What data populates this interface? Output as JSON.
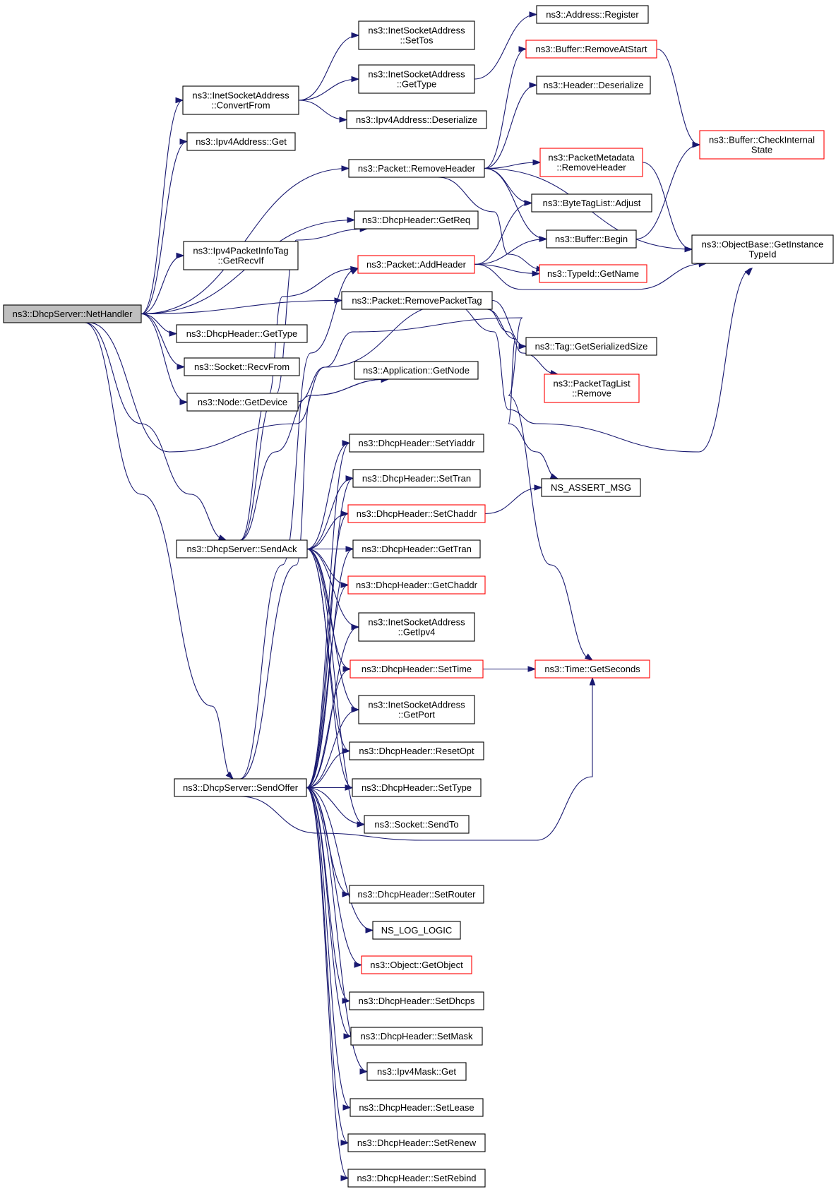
{
  "diagram": {
    "type": "call-graph",
    "colors": {
      "edge": "#191970",
      "node_border": "#000000",
      "truncated_border": "#ff0000",
      "root_fill": "#bfbfbf",
      "background": "#ffffff"
    },
    "nodes": [
      {
        "id": "n0",
        "lines": [
          "ns3::DhcpServer::NetHandler"
        ],
        "style": "root"
      },
      {
        "id": "n1",
        "lines": [
          "ns3::InetSocketAddress",
          "::ConvertFrom"
        ]
      },
      {
        "id": "n2",
        "lines": [
          "ns3::InetSocketAddress",
          "::SetTos"
        ]
      },
      {
        "id": "n3",
        "lines": [
          "ns3::InetSocketAddress",
          "::GetType"
        ]
      },
      {
        "id": "n4",
        "lines": [
          "ns3::Address::Register"
        ]
      },
      {
        "id": "n5",
        "lines": [
          "ns3::Ipv4Address::Deserialize"
        ]
      },
      {
        "id": "n6",
        "lines": [
          "ns3::Ipv4Address::Get"
        ]
      },
      {
        "id": "n7",
        "lines": [
          "ns3::Packet::RemoveHeader"
        ]
      },
      {
        "id": "n8",
        "lines": [
          "ns3::Buffer::RemoveAtStart"
        ],
        "style": "truncated"
      },
      {
        "id": "n9",
        "lines": [
          "ns3::Buffer::CheckInternal",
          "State"
        ],
        "style": "truncated"
      },
      {
        "id": "n10",
        "lines": [
          "ns3::Header::Deserialize"
        ]
      },
      {
        "id": "n11",
        "lines": [
          "ns3::PacketMetadata",
          "::RemoveHeader"
        ],
        "style": "truncated"
      },
      {
        "id": "n12",
        "lines": [
          "ns3::ObjectBase::GetInstance",
          "TypeId"
        ]
      },
      {
        "id": "n13",
        "lines": [
          "ns3::ByteTagList::Adjust"
        ]
      },
      {
        "id": "n14",
        "lines": [
          "ns3::Buffer::Begin"
        ]
      },
      {
        "id": "n15",
        "lines": [
          "ns3::TypeId::GetName"
        ],
        "style": "truncated"
      },
      {
        "id": "n16",
        "lines": [
          "ns3::DhcpHeader::GetReq"
        ]
      },
      {
        "id": "n17",
        "lines": [
          "ns3::Ipv4PacketInfoTag",
          "::GetRecvIf"
        ]
      },
      {
        "id": "n18",
        "lines": [
          "ns3::Packet::AddHeader"
        ],
        "style": "truncated"
      },
      {
        "id": "n19",
        "lines": [
          "ns3::Packet::RemovePacketTag"
        ]
      },
      {
        "id": "n20",
        "lines": [
          "ns3::DhcpHeader::GetType"
        ]
      },
      {
        "id": "n21",
        "lines": [
          "ns3::Tag::GetSerializedSize"
        ]
      },
      {
        "id": "n22",
        "lines": [
          "ns3::Socket::RecvFrom"
        ]
      },
      {
        "id": "n23",
        "lines": [
          "ns3::PacketTagList",
          "::Remove"
        ],
        "style": "truncated"
      },
      {
        "id": "n24",
        "lines": [
          "ns3::Node::GetDevice"
        ]
      },
      {
        "id": "n25",
        "lines": [
          "ns3::Application::GetNode"
        ]
      },
      {
        "id": "n26",
        "lines": [
          "ns3::DhcpHeader::SetYiaddr"
        ]
      },
      {
        "id": "n27",
        "lines": [
          "ns3::DhcpHeader::SetTran"
        ]
      },
      {
        "id": "n28",
        "lines": [
          "NS_ASSERT_MSG"
        ]
      },
      {
        "id": "n29",
        "lines": [
          "ns3::DhcpHeader::SetChaddr"
        ],
        "style": "truncated"
      },
      {
        "id": "n30",
        "lines": [
          "ns3::DhcpServer::SendAck"
        ]
      },
      {
        "id": "n31",
        "lines": [
          "ns3::DhcpHeader::GetTran"
        ]
      },
      {
        "id": "n32",
        "lines": [
          "ns3::DhcpHeader::GetChaddr"
        ],
        "style": "truncated"
      },
      {
        "id": "n33",
        "lines": [
          "ns3::InetSocketAddress",
          "::GetIpv4"
        ]
      },
      {
        "id": "n34",
        "lines": [
          "ns3::DhcpHeader::SetTime"
        ],
        "style": "truncated"
      },
      {
        "id": "n35",
        "lines": [
          "ns3::Time::GetSeconds"
        ],
        "style": "truncated"
      },
      {
        "id": "n36",
        "lines": [
          "ns3::InetSocketAddress",
          "::GetPort"
        ]
      },
      {
        "id": "n37",
        "lines": [
          "ns3::DhcpHeader::ResetOpt"
        ]
      },
      {
        "id": "n38",
        "lines": [
          "ns3::DhcpServer::SendOffer"
        ]
      },
      {
        "id": "n39",
        "lines": [
          "ns3::DhcpHeader::SetType"
        ]
      },
      {
        "id": "n40",
        "lines": [
          "ns3::Socket::SendTo"
        ]
      },
      {
        "id": "n41",
        "lines": [
          "ns3::DhcpHeader::SetRouter"
        ]
      },
      {
        "id": "n42",
        "lines": [
          "NS_LOG_LOGIC"
        ]
      },
      {
        "id": "n43",
        "lines": [
          "ns3::Object::GetObject"
        ],
        "style": "truncated"
      },
      {
        "id": "n44",
        "lines": [
          "ns3::DhcpHeader::SetDhcps"
        ]
      },
      {
        "id": "n45",
        "lines": [
          "ns3::DhcpHeader::SetMask"
        ]
      },
      {
        "id": "n46",
        "lines": [
          "ns3::Ipv4Mask::Get"
        ]
      },
      {
        "id": "n47",
        "lines": [
          "ns3::DhcpHeader::SetLease"
        ]
      },
      {
        "id": "n48",
        "lines": [
          "ns3::DhcpHeader::SetRenew"
        ]
      },
      {
        "id": "n49",
        "lines": [
          "ns3::DhcpHeader::SetRebind"
        ]
      }
    ],
    "edges": [
      [
        "n0",
        "n1"
      ],
      [
        "n0",
        "n6"
      ],
      [
        "n0",
        "n7"
      ],
      [
        "n0",
        "n16"
      ],
      [
        "n0",
        "n17"
      ],
      [
        "n0",
        "n19"
      ],
      [
        "n0",
        "n20"
      ],
      [
        "n0",
        "n22"
      ],
      [
        "n0",
        "n24"
      ],
      [
        "n0",
        "n12"
      ],
      [
        "n0",
        "n30"
      ],
      [
        "n0",
        "n38"
      ],
      [
        "n1",
        "n2"
      ],
      [
        "n1",
        "n3"
      ],
      [
        "n1",
        "n5"
      ],
      [
        "n3",
        "n4"
      ],
      [
        "n7",
        "n8"
      ],
      [
        "n7",
        "n10"
      ],
      [
        "n7",
        "n11"
      ],
      [
        "n7",
        "n12"
      ],
      [
        "n7",
        "n13"
      ],
      [
        "n7",
        "n14"
      ],
      [
        "n7",
        "n15"
      ],
      [
        "n8",
        "n9"
      ],
      [
        "n11",
        "n12"
      ],
      [
        "n14",
        "n9"
      ],
      [
        "n18",
        "n13"
      ],
      [
        "n18",
        "n14"
      ],
      [
        "n18",
        "n15"
      ],
      [
        "n18",
        "n12"
      ],
      [
        "n19",
        "n21"
      ],
      [
        "n19",
        "n23"
      ],
      [
        "n19",
        "n28"
      ],
      [
        "n24",
        "n35"
      ],
      [
        "n29",
        "n28"
      ],
      [
        "n34",
        "n35"
      ],
      [
        "n30",
        "n16"
      ],
      [
        "n30",
        "n18"
      ],
      [
        "n30",
        "n25"
      ],
      [
        "n30",
        "n26"
      ],
      [
        "n30",
        "n27"
      ],
      [
        "n30",
        "n29"
      ],
      [
        "n30",
        "n31"
      ],
      [
        "n30",
        "n32"
      ],
      [
        "n30",
        "n33"
      ],
      [
        "n30",
        "n34"
      ],
      [
        "n30",
        "n36"
      ],
      [
        "n30",
        "n37"
      ],
      [
        "n30",
        "n39"
      ],
      [
        "n30",
        "n40"
      ],
      [
        "n38",
        "n18"
      ],
      [
        "n38",
        "n25"
      ],
      [
        "n38",
        "n26"
      ],
      [
        "n38",
        "n27"
      ],
      [
        "n38",
        "n29"
      ],
      [
        "n38",
        "n31"
      ],
      [
        "n38",
        "n32"
      ],
      [
        "n38",
        "n33"
      ],
      [
        "n38",
        "n34"
      ],
      [
        "n38",
        "n36"
      ],
      [
        "n38",
        "n37"
      ],
      [
        "n38",
        "n39"
      ],
      [
        "n38",
        "n40"
      ],
      [
        "n38",
        "n35"
      ],
      [
        "n38",
        "n41"
      ],
      [
        "n38",
        "n42"
      ],
      [
        "n38",
        "n43"
      ],
      [
        "n38",
        "n44"
      ],
      [
        "n38",
        "n45"
      ],
      [
        "n38",
        "n46"
      ],
      [
        "n38",
        "n47"
      ],
      [
        "n38",
        "n48"
      ],
      [
        "n38",
        "n49"
      ]
    ]
  }
}
